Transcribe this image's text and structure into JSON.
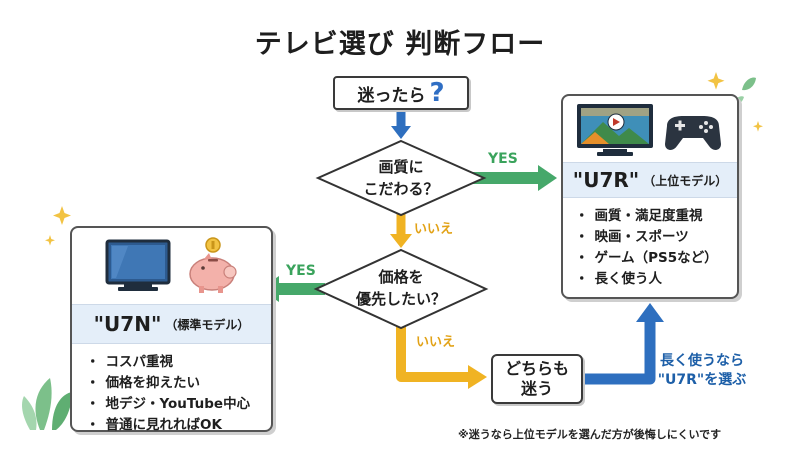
{
  "title": "テレビ選び 判断フロー",
  "start": {
    "label": "迷ったら",
    "icon": "question-mark-icon"
  },
  "decision1": {
    "line1": "画質に",
    "line2": "こだわる？"
  },
  "decision2": {
    "line1": "価格を",
    "line2": "優先したい？"
  },
  "yes_label": "YES",
  "no_label": "いいえ",
  "both_box": {
    "line1": "どちらも",
    "line2": "迷う"
  },
  "note": {
    "line1": "長く使うなら",
    "line2": "\"U7R\"を選ぶ"
  },
  "card_left": {
    "model": "\"U7N\"",
    "tier": "（標準モデル）",
    "items": [
      "コスパ重視",
      "価格を抑えたい",
      "地デジ・YouTube中心",
      "普通に見れればOK"
    ],
    "bullet": "・"
  },
  "card_right": {
    "model": "\"U7R\"",
    "tier": "（上位モデル）",
    "items": [
      "画質・満足度重視",
      "映画・スポーツ",
      "ゲーム（PS5など）",
      "長く使う人"
    ],
    "bullet": "・"
  },
  "footnote": "※迷うなら上位モデルを選んだ方が後悔しにくいです",
  "colors": {
    "blue": "#2e6fbf",
    "dark_blue": "#1d5fa8",
    "green": "#46a86a",
    "yellow": "#f0b323",
    "card_head": "#e4eef9"
  }
}
